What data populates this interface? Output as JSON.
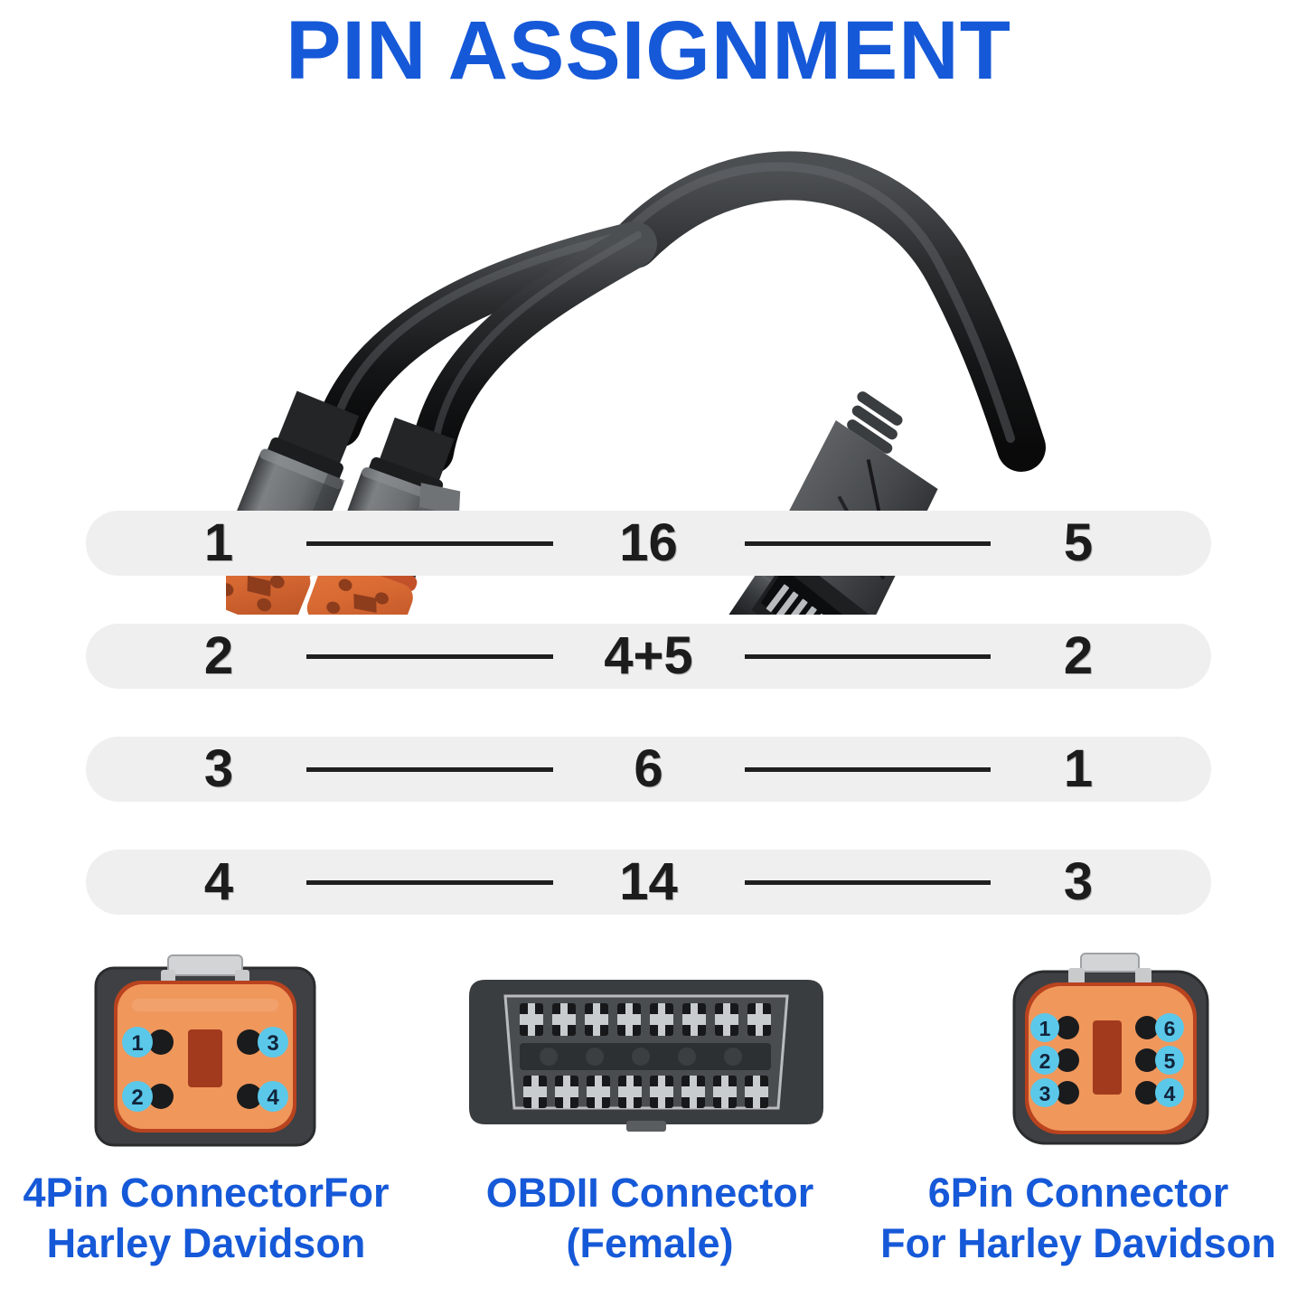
{
  "title": "PIN ASSIGNMENT",
  "colors": {
    "title_blue": "#1659d8",
    "caption_blue": "#1659d8",
    "pill_background": "#efefef",
    "pill_text": "#1c1c1c",
    "badge_cyan": "#5bc8ea",
    "badge_text": "#12243b",
    "connector_orange": "#f0975c",
    "connector_shell_dark": "#3e4043"
  },
  "chart_data": {
    "type": "table",
    "title": "PIN ASSIGNMENT",
    "columns": [
      "4Pin Connector For Harley Davidson",
      "OBDII Connector (Female)",
      "6Pin Connector For Harley Davidson"
    ],
    "rows": [
      {
        "left": "1",
        "middle": "16",
        "right": "5"
      },
      {
        "left": "2",
        "middle": "4+5",
        "right": "2"
      },
      {
        "left": "3",
        "middle": "6",
        "right": "1"
      },
      {
        "left": "4",
        "middle": "14",
        "right": "3"
      }
    ]
  },
  "connectors": {
    "four_pin": {
      "name": "4Pin Connector",
      "pin_count": 4,
      "pin_badges": [
        "1",
        "3",
        "2",
        "4"
      ],
      "layout": "2x2"
    },
    "obdii": {
      "name": "OBDII Connector",
      "gender": "Female",
      "pin_count": 16,
      "top_row_pins": 8,
      "bottom_row_pins": 8
    },
    "six_pin": {
      "name": "6Pin Connector",
      "pin_count": 6,
      "pin_badges_left": [
        "1",
        "2",
        "3"
      ],
      "pin_badges_right": [
        "6",
        "5",
        "4"
      ],
      "layout": "2x3"
    }
  },
  "captions": [
    {
      "line1": "4Pin ConnectorFor",
      "line2": "Harley Davidson"
    },
    {
      "line1": "OBDII Connector",
      "line2": "(Female)"
    },
    {
      "line1": "6Pin Connector",
      "line2": "For Harley Davidson"
    }
  ]
}
